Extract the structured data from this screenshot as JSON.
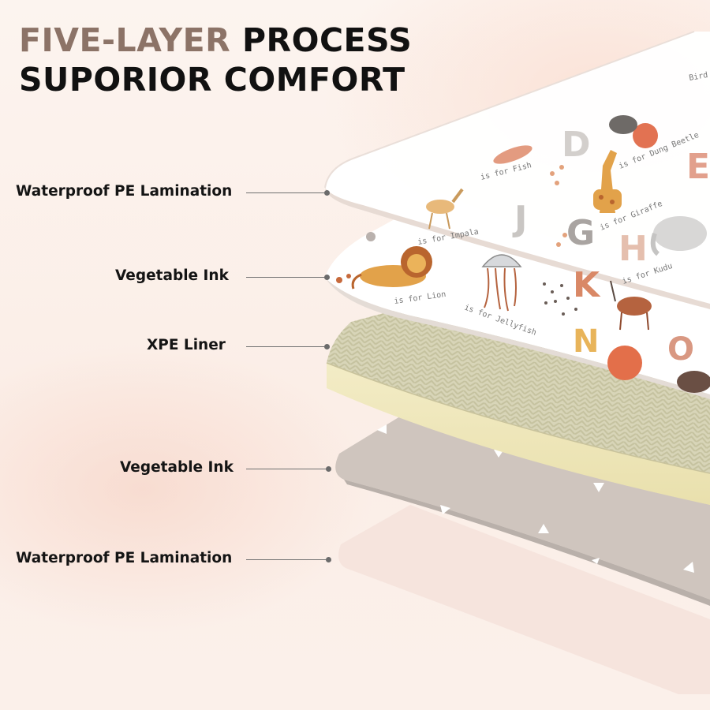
{
  "header": {
    "title_accent": "FIVE-LAYER",
    "title_rest": " PROCESS",
    "title_line2": "SUPORIOR COMFORT"
  },
  "layers": [
    {
      "label": "Waterproof PE Lamination"
    },
    {
      "label": "Vegetable Ink"
    },
    {
      "label": "XPE Liner"
    },
    {
      "label": "Vegetable Ink"
    },
    {
      "label": "Waterproof PE Lamination"
    }
  ],
  "print": {
    "letters": [
      "D",
      "E",
      "J",
      "G",
      "H",
      "K",
      "N",
      "O"
    ],
    "captions": [
      "is for Fish",
      "is for Dung Beetle",
      "is for Giraffe",
      "is for Impala",
      "is for Lion",
      "is for Jellyfish",
      "is for Kudu",
      "Bird"
    ]
  },
  "colors": {
    "accent": "#8c7367",
    "text": "#141414",
    "liner": "#e6dfb4",
    "grey_layer": "#cdc3bd",
    "bottom_layer": "#f6e4dc"
  }
}
